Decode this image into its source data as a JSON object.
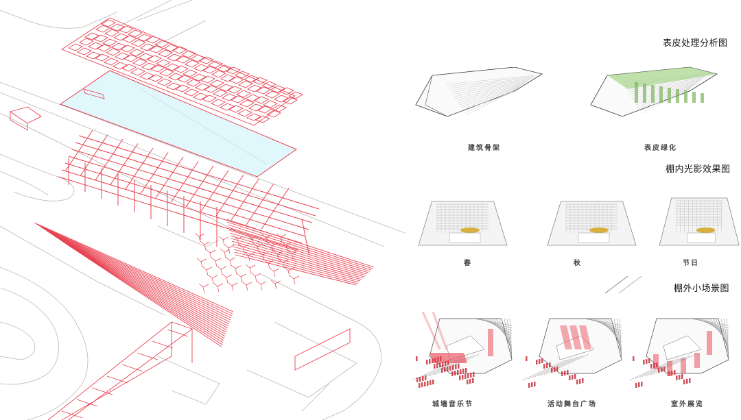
{
  "colors": {
    "structure_red": "#e8404f",
    "glass_blue": "#e0f7fb",
    "site_lines": "#b0b0b0",
    "greenery": "#7ab55c",
    "light_gold": "#d8b040"
  },
  "axonometric": {
    "layers": [
      "roof-skin-panels",
      "glass-roof-plane",
      "timber-grid-frame",
      "stepped-seating-slats",
      "branching-column-cluster",
      "elevated-walkway"
    ]
  },
  "sections": {
    "skin": {
      "title": "表皮处理分析图",
      "items": [
        {
          "caption": "建筑骨架"
        },
        {
          "caption": "表皮绿化"
        }
      ]
    },
    "light": {
      "title": "棚内光影效果图",
      "items": [
        {
          "caption": "春"
        },
        {
          "caption": "秋"
        },
        {
          "caption": "节日"
        }
      ]
    },
    "scenes": {
      "title": "棚外小场景图",
      "items": [
        {
          "caption": "城墙音乐节"
        },
        {
          "caption": "活动舞台广场"
        },
        {
          "caption": "室外展览"
        }
      ]
    }
  }
}
